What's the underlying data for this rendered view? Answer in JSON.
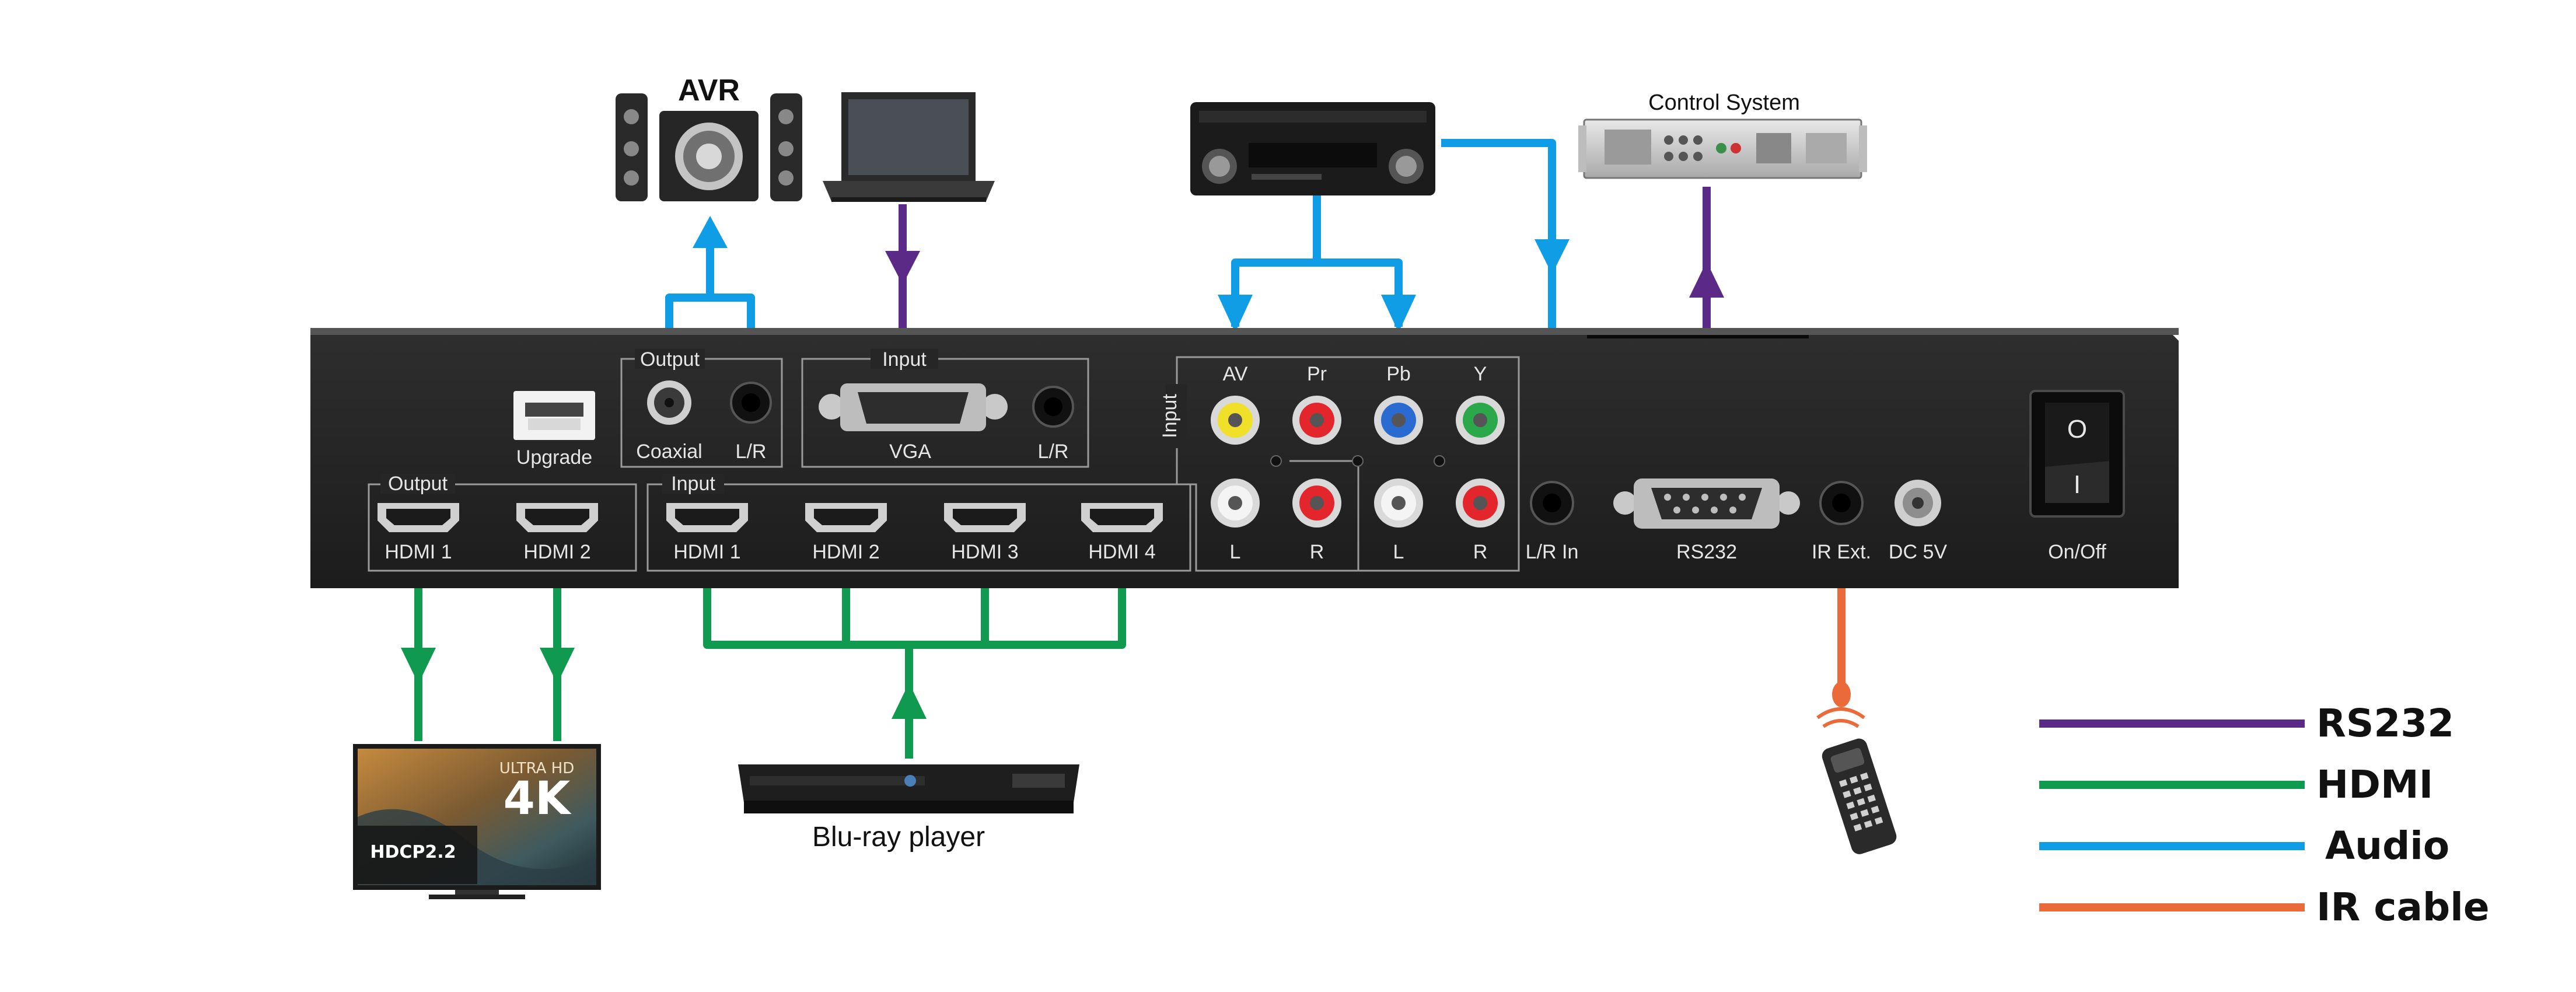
{
  "colors": {
    "rs232": "#5b2a86",
    "hdmi": "#0f9a4f",
    "audio": "#0f9ee6",
    "ir": "#ea6a3a",
    "chassis": "#262626",
    "port_label": "#e6e6e6"
  },
  "devices": {
    "avr": "AVR",
    "control_system": "Control System",
    "bluray": "Blu-ray player",
    "tv_ultra_hd": "ULTRA HD",
    "tv_4k": "4K",
    "tv_hdcp": "HDCP2.2"
  },
  "panel": {
    "upgrade": "Upgrade",
    "audio_output_group": "Output",
    "coaxial": "Coaxial",
    "lr": "L/R",
    "vga_input_group": "Input",
    "vga": "VGA",
    "vga_lr": "L/R",
    "hdmi_output_group": "Output",
    "hdmi_out_1": "HDMI 1",
    "hdmi_out_2": "HDMI 2",
    "hdmi_input_group": "Input",
    "hdmi_in_1": "HDMI 1",
    "hdmi_in_2": "HDMI 2",
    "hdmi_in_3": "HDMI 3",
    "hdmi_in_4": "HDMI 4",
    "analog_input_group": "Input",
    "av": "AV",
    "pr": "Pr",
    "pb": "Pb",
    "y": "Y",
    "l1": "L",
    "r1": "R",
    "l2": "L",
    "r2": "R",
    "lr_in": "L/R In",
    "rs232": "RS232",
    "ir_ext": "IR Ext.",
    "dc5v": "DC 5V",
    "power_on": "O",
    "power_off": "I",
    "onoff": "On/Off"
  },
  "legend": [
    {
      "label": "RS232",
      "color": "#5b2a86"
    },
    {
      "label": "HDMI",
      "color": "#0f9a4f"
    },
    {
      "label": "Audio",
      "color": "#0f9ee6"
    },
    {
      "label": "IR cable",
      "color": "#ea6a3a"
    }
  ]
}
